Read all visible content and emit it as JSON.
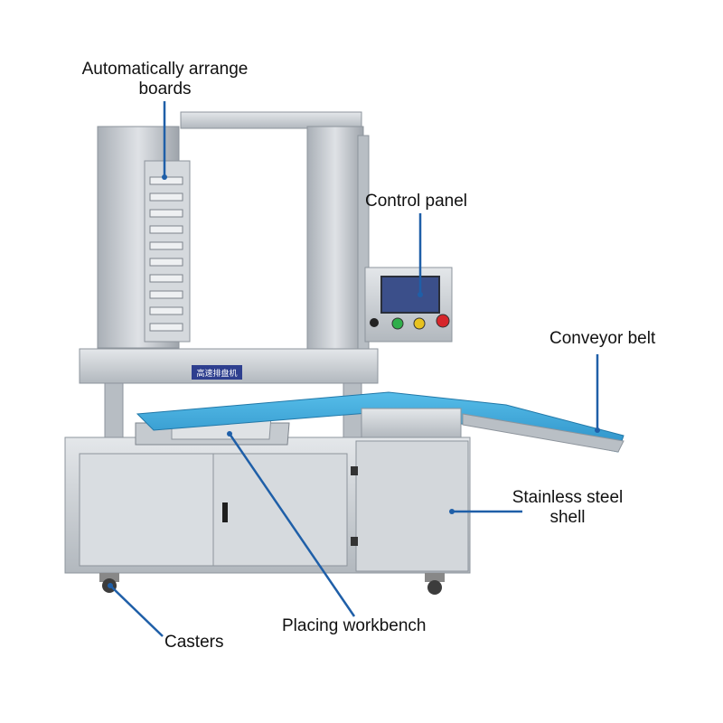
{
  "callouts": {
    "boards": "Automatically arrange\nboards",
    "control_panel": "Control panel",
    "conveyor_belt": "Conveyor belt",
    "steel_shell": "Stainless steel\nshell",
    "workbench": "Placing workbench",
    "casters": "Casters"
  },
  "machine_plate": "高速排盘机",
  "colors": {
    "callout_line": "#1f5fa8",
    "belt": "#3aa7dd",
    "steel": "#c9cdd2",
    "steel_dark": "#8d949c",
    "panel_screen": "#3b4f8a"
  }
}
